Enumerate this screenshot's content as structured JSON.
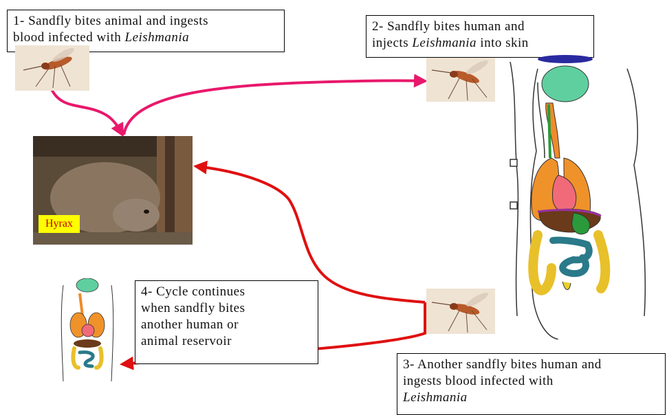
{
  "steps": {
    "step1": {
      "line1": "1- Sandfly bites animal and ingests",
      "line2_prefix": "blood infected with ",
      "line2_italic": "Leishmania"
    },
    "step2": {
      "line1": "2- Sandfly bites human and",
      "line2_prefix": "injects ",
      "line2_italic": "Leishmania",
      "line2_suffix": " into skin"
    },
    "step3": {
      "line1": "3- Another sandfly bites human and",
      "line2": "ingests blood infected with",
      "line3_italic": "Leishmania"
    },
    "step4": {
      "line1": "4- Cycle continues",
      "line2": "when sandfly bites",
      "line3": "another human or",
      "line4": "animal reservoir"
    }
  },
  "hyrax_label": "Hyrax",
  "colors": {
    "arrow_pink": "#e8186c",
    "arrow_red": "#e01010",
    "label_bg": "#ffff00",
    "label_text": "#c00000"
  }
}
